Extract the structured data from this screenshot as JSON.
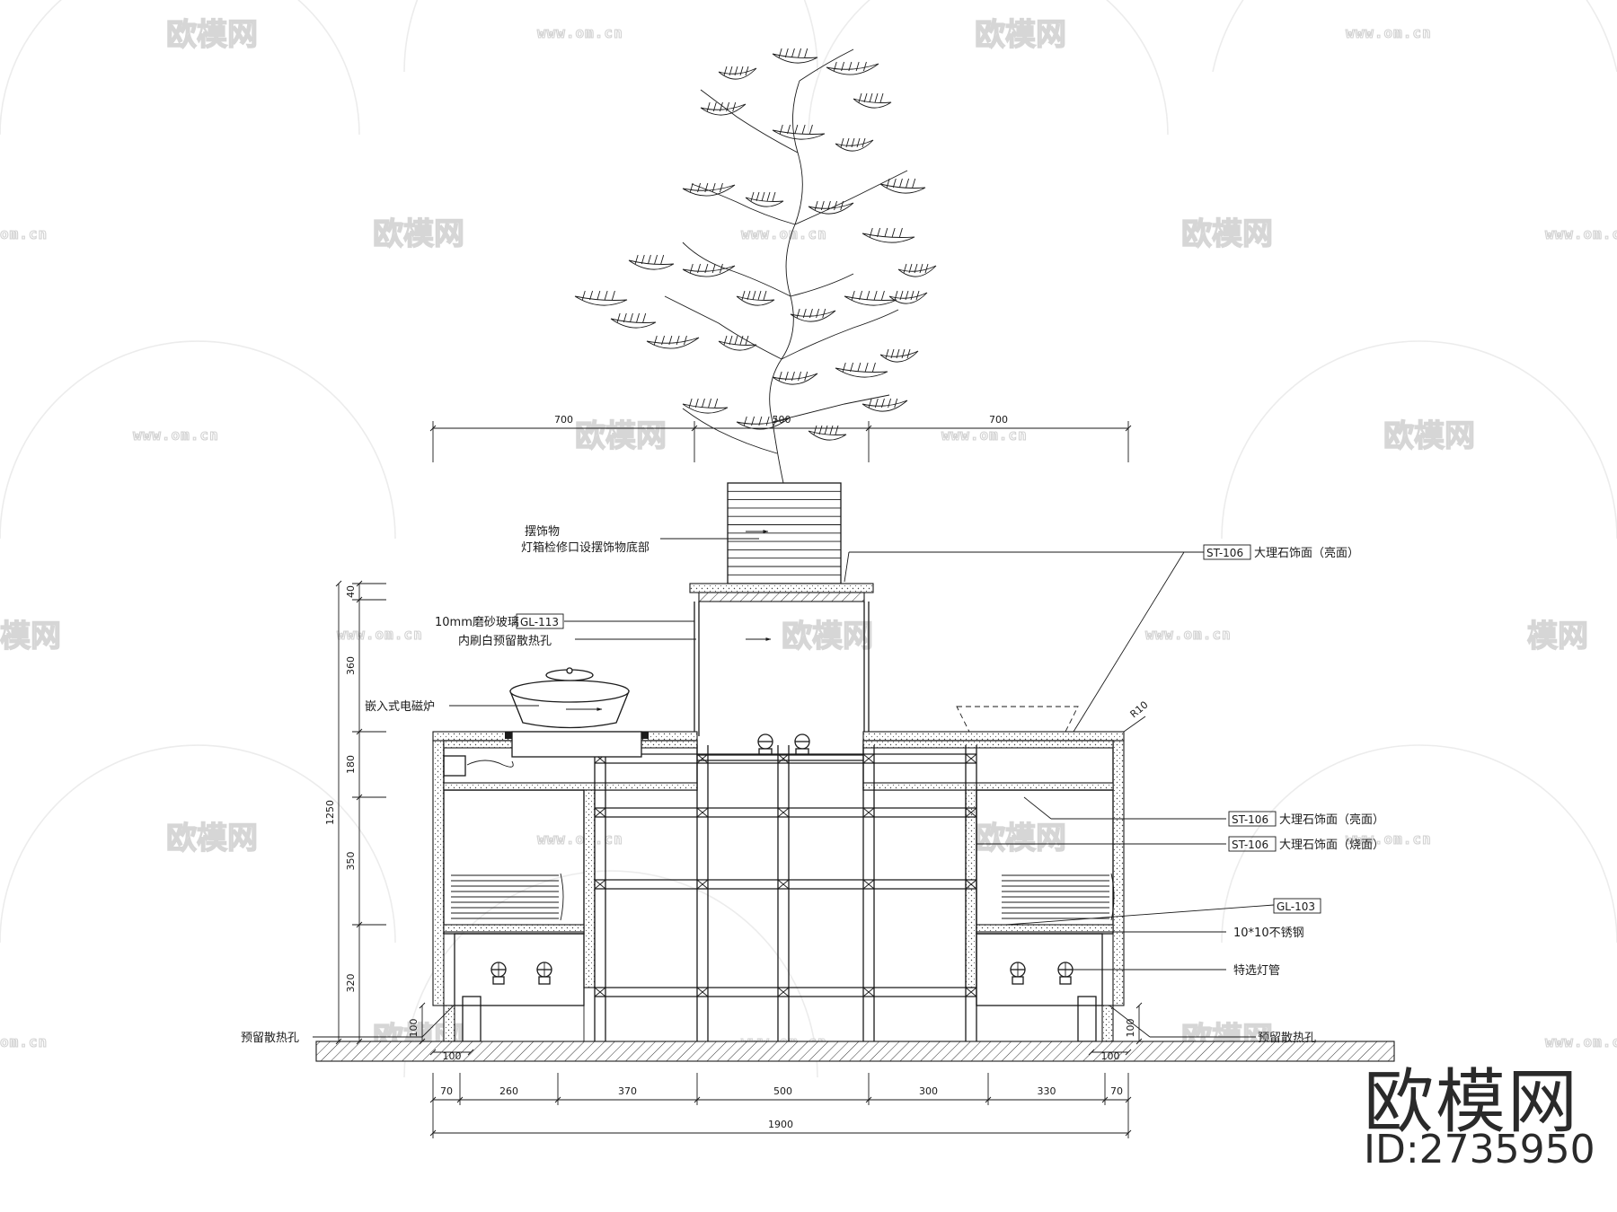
{
  "watermarks": {
    "brand_text": "欧模网",
    "url_text": "www.om.cn",
    "url_short": "om.cn",
    "brand_partial": "模网"
  },
  "dimensions": {
    "top": [
      "700",
      "500",
      "700"
    ],
    "bottom": [
      "70",
      "260",
      "370",
      "500",
      "300",
      "330",
      "70"
    ],
    "total_width": "1900",
    "left_vertical": [
      "40",
      "360",
      "180",
      "350",
      "320"
    ],
    "total_height": "1250",
    "foot_height_left": "100",
    "foot_height_right": "100",
    "foot_width_left": "100",
    "foot_width_right": "100",
    "corner_radius": "R10"
  },
  "labels": {
    "ornament_line1": "摆饰物",
    "ornament_line2": "灯箱检修口设摆饰物底部",
    "glass": "10mm磨砂玻璃",
    "glass_code": "GL-113",
    "vent_inner": "内刷白预留散热孔",
    "induction": "嵌入式电磁炉",
    "marble_top": "大理石饰面（亮面）",
    "marble_top_code": "ST-106",
    "marble_gloss": "大理石饰面（亮面）",
    "marble_gloss_code": "ST-106",
    "marble_burnt": "大理石饰面（烧面）",
    "marble_burnt_code": "ST-106",
    "glass2_code": "GL-103",
    "steel": "10*10不锈钢",
    "lamp": "特选灯管",
    "vent_left": "预留散热孔",
    "vent_right": "预留散热孔"
  },
  "logo": {
    "brand": "欧模网",
    "id": "ID:2735950"
  }
}
